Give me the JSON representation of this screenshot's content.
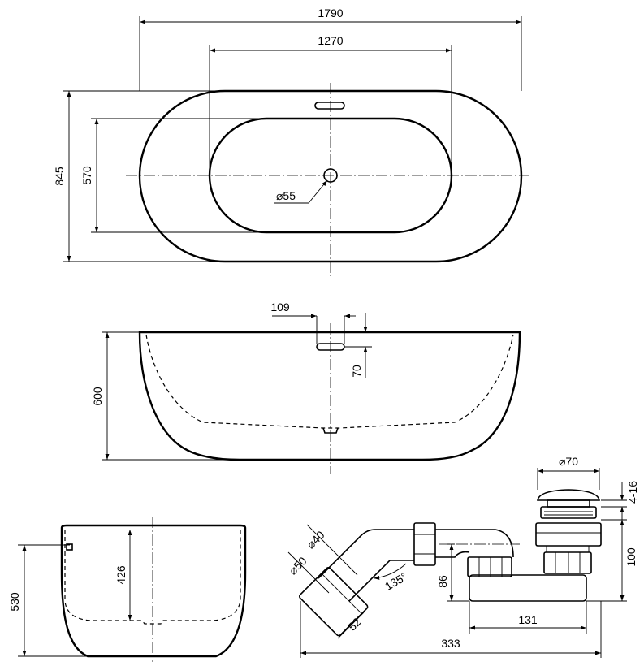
{
  "top_view": {
    "overall_length": "1790",
    "inner_length": "1270",
    "overall_width": "845",
    "inner_width": "570",
    "drain_diameter": "⌀55"
  },
  "side_view": {
    "overflow_offset": "109",
    "overflow_height": "70",
    "height": "600"
  },
  "end_view": {
    "height": "530",
    "inner_depth": "426"
  },
  "siphon": {
    "plug_diameter": "⌀70",
    "plug_adjust": "4-16",
    "height": "100",
    "outlet_height": "86",
    "horizontal_offset": "131",
    "total_length": "333",
    "pipe_diameter_inner": "⌀40",
    "pipe_diameter_outer": "⌀50",
    "angle": "135°",
    "outlet_length": "52"
  }
}
